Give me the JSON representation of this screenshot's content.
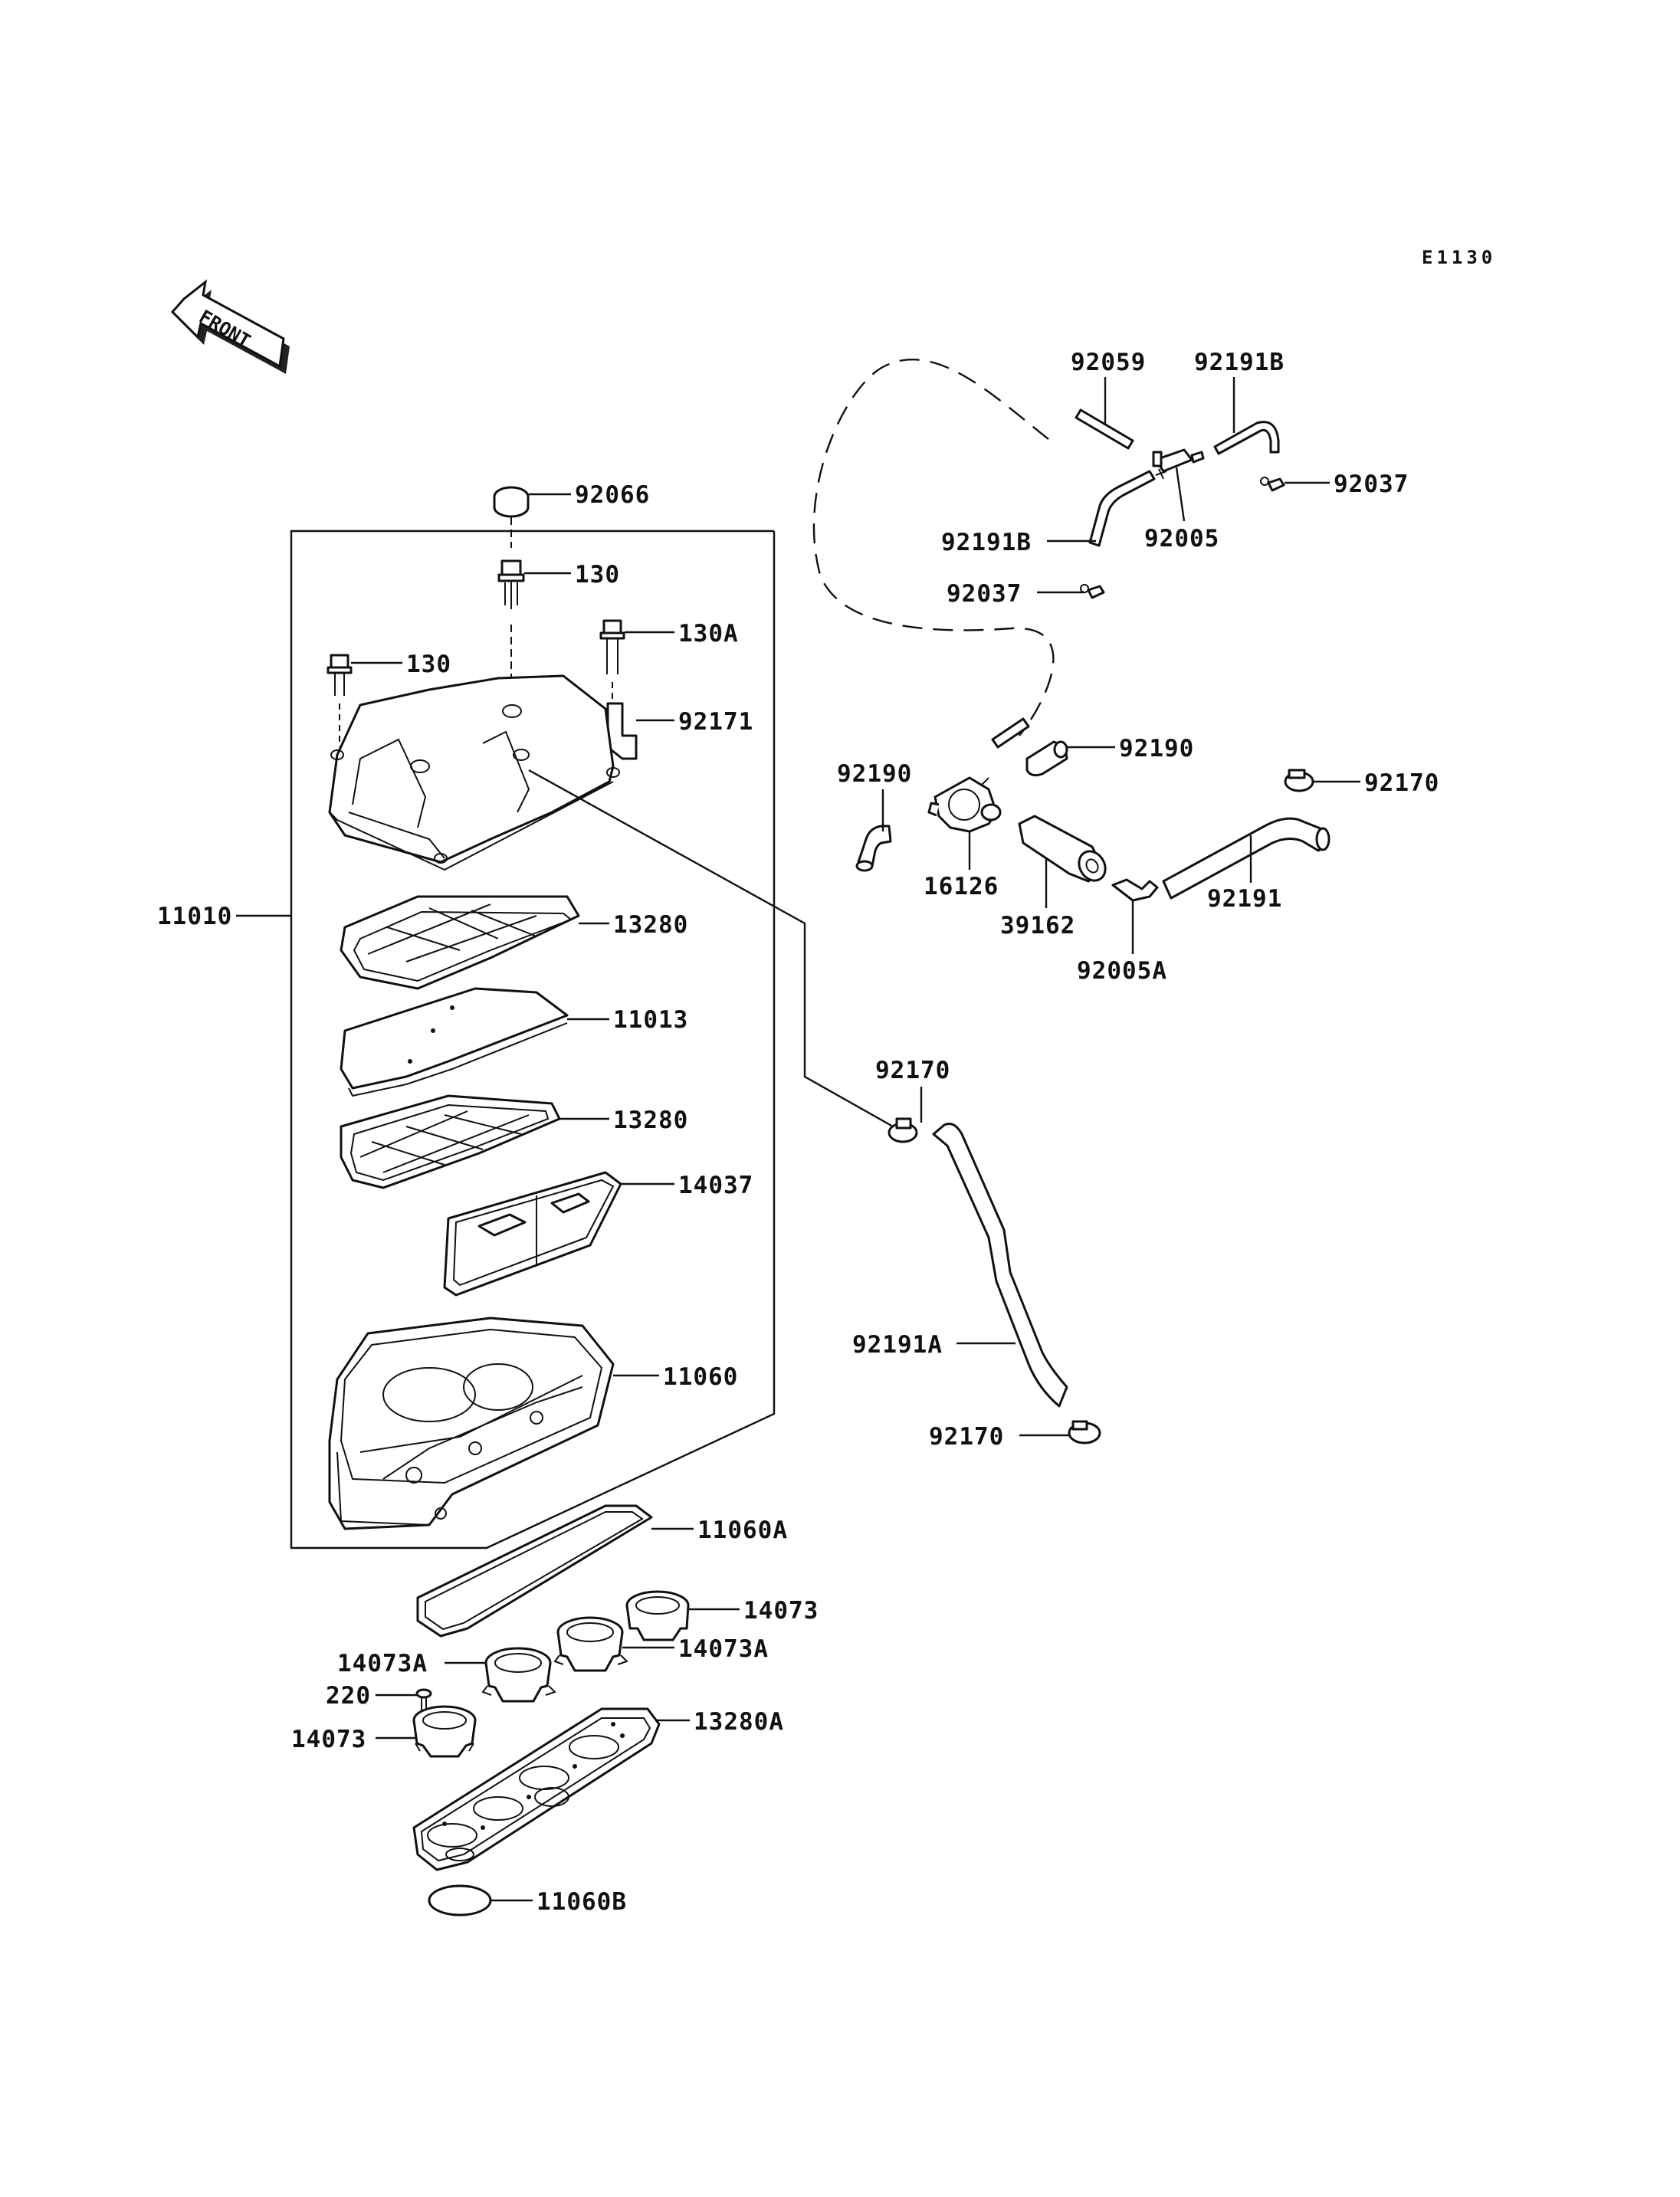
{
  "diagram_code": "E1130",
  "front_label": "FRONT",
  "callouts": {
    "p92066": "92066",
    "p130_top": "130",
    "p130a": "130A",
    "p130_left": "130",
    "p92171": "92171",
    "p11010": "11010",
    "p13280_top": "13280",
    "p11013": "11013",
    "p13280_mid": "13280",
    "p14037": "14037",
    "p11060": "11060",
    "p11060a": "11060A",
    "p14073_right": "14073",
    "p14073a_right": "14073A",
    "p14073a_left": "14073A",
    "p220": "220",
    "p14073_left": "14073",
    "p13280a": "13280A",
    "p11060b": "11060B",
    "p92059": "92059",
    "p92191b_top": "92191B",
    "p92037_right": "92037",
    "p92191b_left": "92191B",
    "p92005": "92005",
    "p92037_mid": "92037",
    "p92190_right": "92190",
    "p92170_top": "92170",
    "p92190_left": "92190",
    "p16126": "16126",
    "p39162": "39162",
    "p92191": "92191",
    "p92005a": "92005A",
    "p92170_mid": "92170",
    "p92191a": "92191A",
    "p92170_bottom": "92170"
  }
}
